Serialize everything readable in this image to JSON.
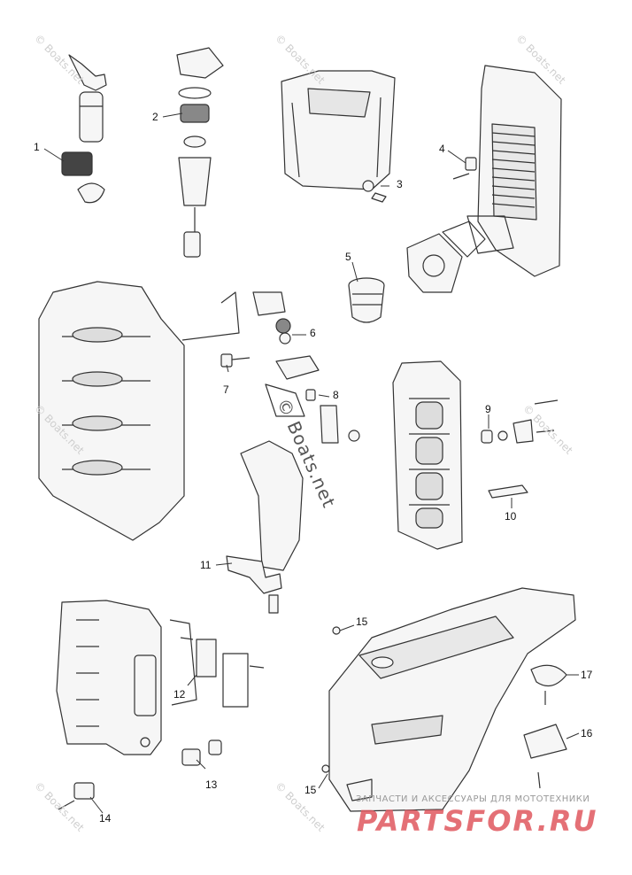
{
  "callouts": [
    {
      "id": "1",
      "label": "1"
    },
    {
      "id": "2",
      "label": "2"
    },
    {
      "id": "3",
      "label": "3"
    },
    {
      "id": "4",
      "label": "4"
    },
    {
      "id": "5",
      "label": "5"
    },
    {
      "id": "6",
      "label": "6"
    },
    {
      "id": "7",
      "label": "7"
    },
    {
      "id": "8",
      "label": "8"
    },
    {
      "id": "9",
      "label": "9"
    },
    {
      "id": "10",
      "label": "10"
    },
    {
      "id": "11",
      "label": "11"
    },
    {
      "id": "12",
      "label": "12"
    },
    {
      "id": "13",
      "label": "13"
    },
    {
      "id": "14",
      "label": "14"
    },
    {
      "id": "15a",
      "label": "15"
    },
    {
      "id": "15b",
      "label": "15"
    },
    {
      "id": "16",
      "label": "16"
    },
    {
      "id": "17",
      "label": "17"
    }
  ],
  "watermark": "© Boats.net",
  "shop": {
    "tagline": "ЗАПЧАСТИ И АКСЕССУАРЫ ДЛЯ МОТОТЕХНИКИ",
    "logo": "PARTSFOR.RU"
  },
  "colors": {
    "line": "#333333",
    "fill": "#f6f6f6",
    "shade": "#d8d8d8",
    "brand": "#e0585f"
  }
}
